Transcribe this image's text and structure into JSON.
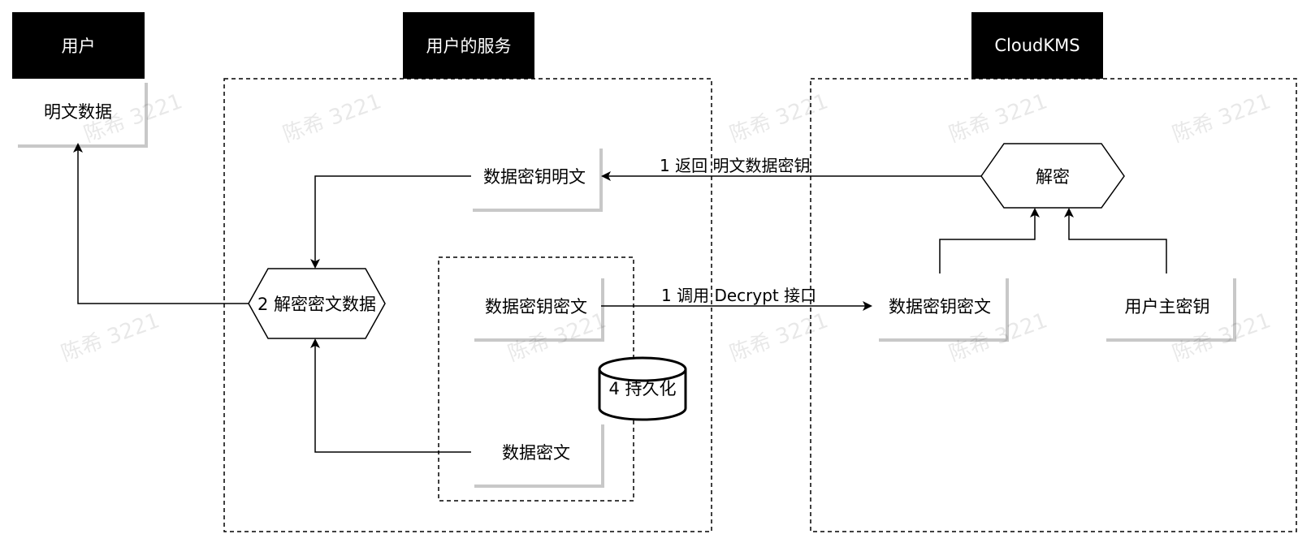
{
  "headers": {
    "user": "用户",
    "service": "用户的服务",
    "kms": "CloudKMS"
  },
  "nodes": {
    "plaintext_data": "明文数据",
    "plaintext_data_key": "数据密钥明文",
    "decrypt_ciphertext": "2 解密密文数据",
    "encrypted_data_key_service": "数据密钥密文",
    "persist": "4 持久化",
    "encrypted_data": "数据密文",
    "decrypt_kms": "解密",
    "encrypted_data_key_kms": "数据密钥密文",
    "user_master_key": "用户主密钥"
  },
  "edges": {
    "return_plaintext_key": "1 返回 明文数据密钥",
    "call_decrypt": "1 调用 Decrypt 接口"
  },
  "watermark": "陈希 3221",
  "colors": {
    "header_bg": "#000000",
    "header_text": "#ffffff",
    "shadow": "#c8c8c8",
    "line": "#000000"
  }
}
